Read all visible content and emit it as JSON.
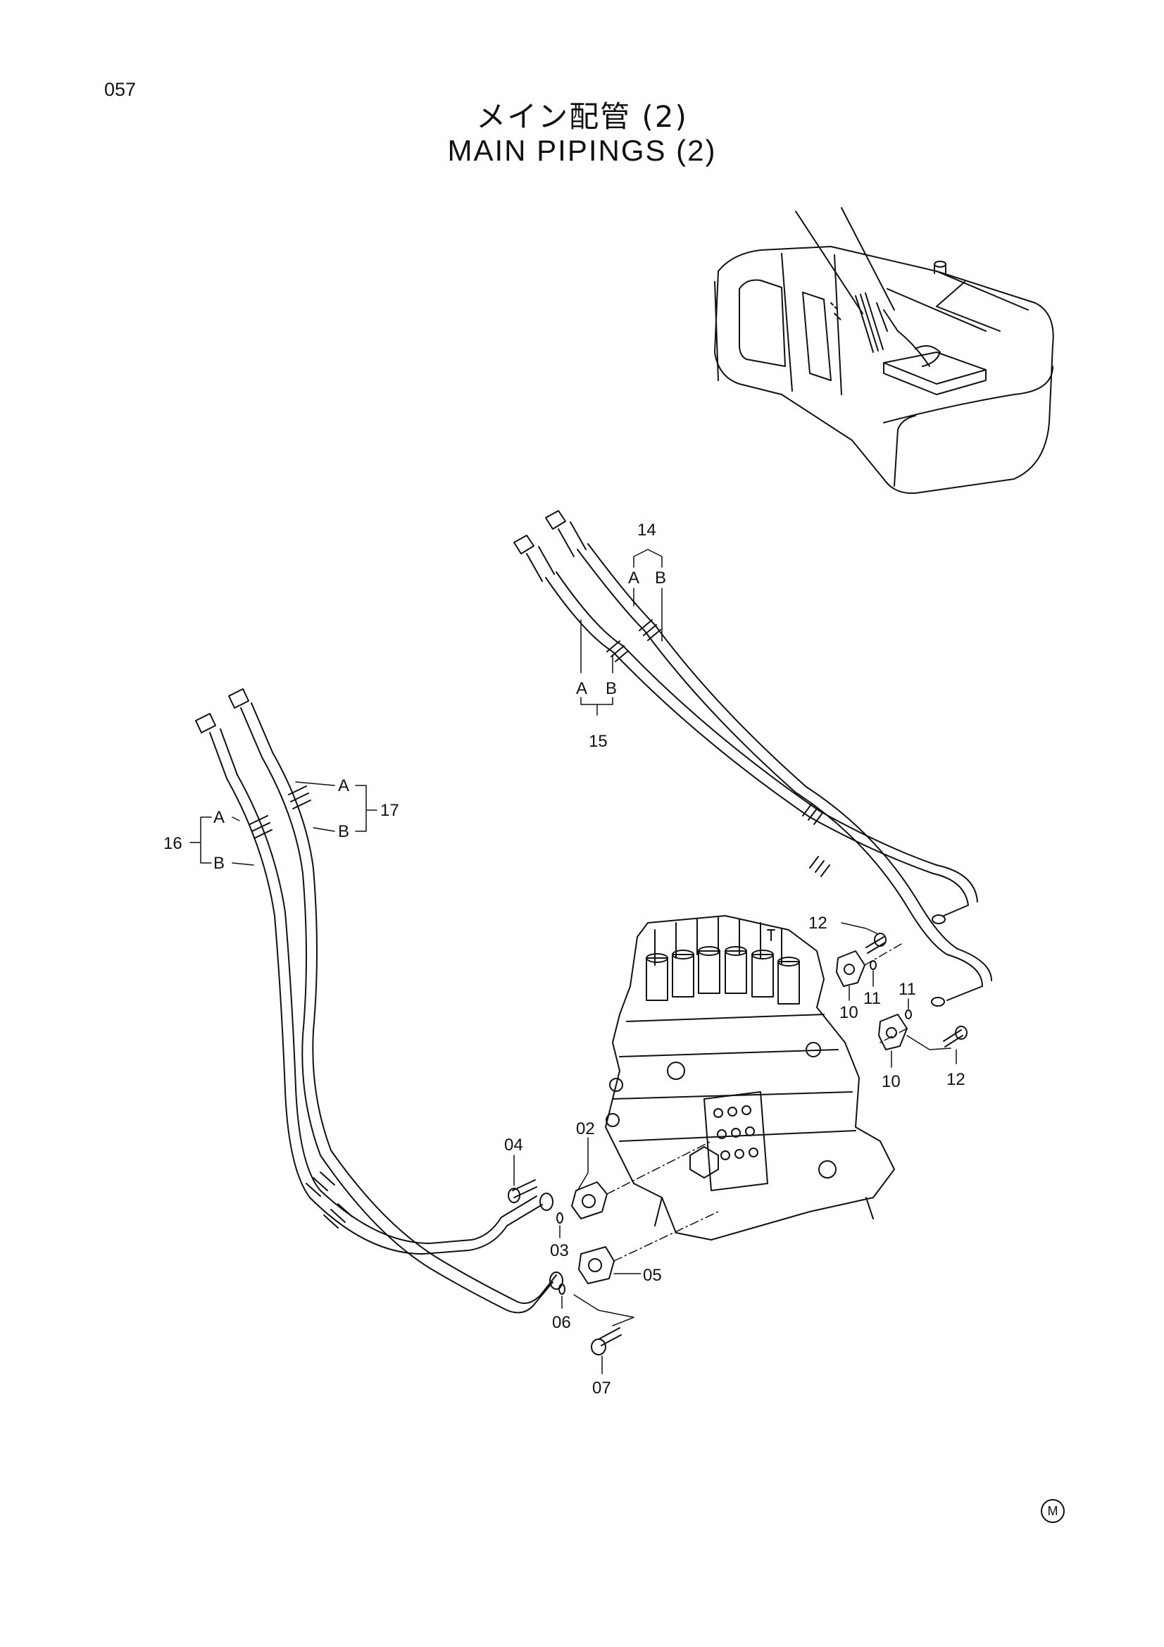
{
  "page_number": "057",
  "title": {
    "japanese": "メイン配管 (2)",
    "english": "MAIN PIPINGS (2)"
  },
  "callouts": {
    "c02": "02",
    "c03": "03",
    "c04": "04",
    "c05": "05",
    "c06": "06",
    "c07": "07",
    "c10a": "10",
    "c10b": "10",
    "c11a": "11",
    "c11b": "11",
    "c12a": "12",
    "c12b": "12",
    "c14": "14",
    "c15": "15",
    "c16": "16",
    "c17": "17",
    "a14": "A",
    "b14": "B",
    "a15": "A",
    "b15": "B",
    "a16": "A",
    "b16": "B",
    "a17": "A",
    "b17": "B"
  },
  "corner_mark": "M"
}
